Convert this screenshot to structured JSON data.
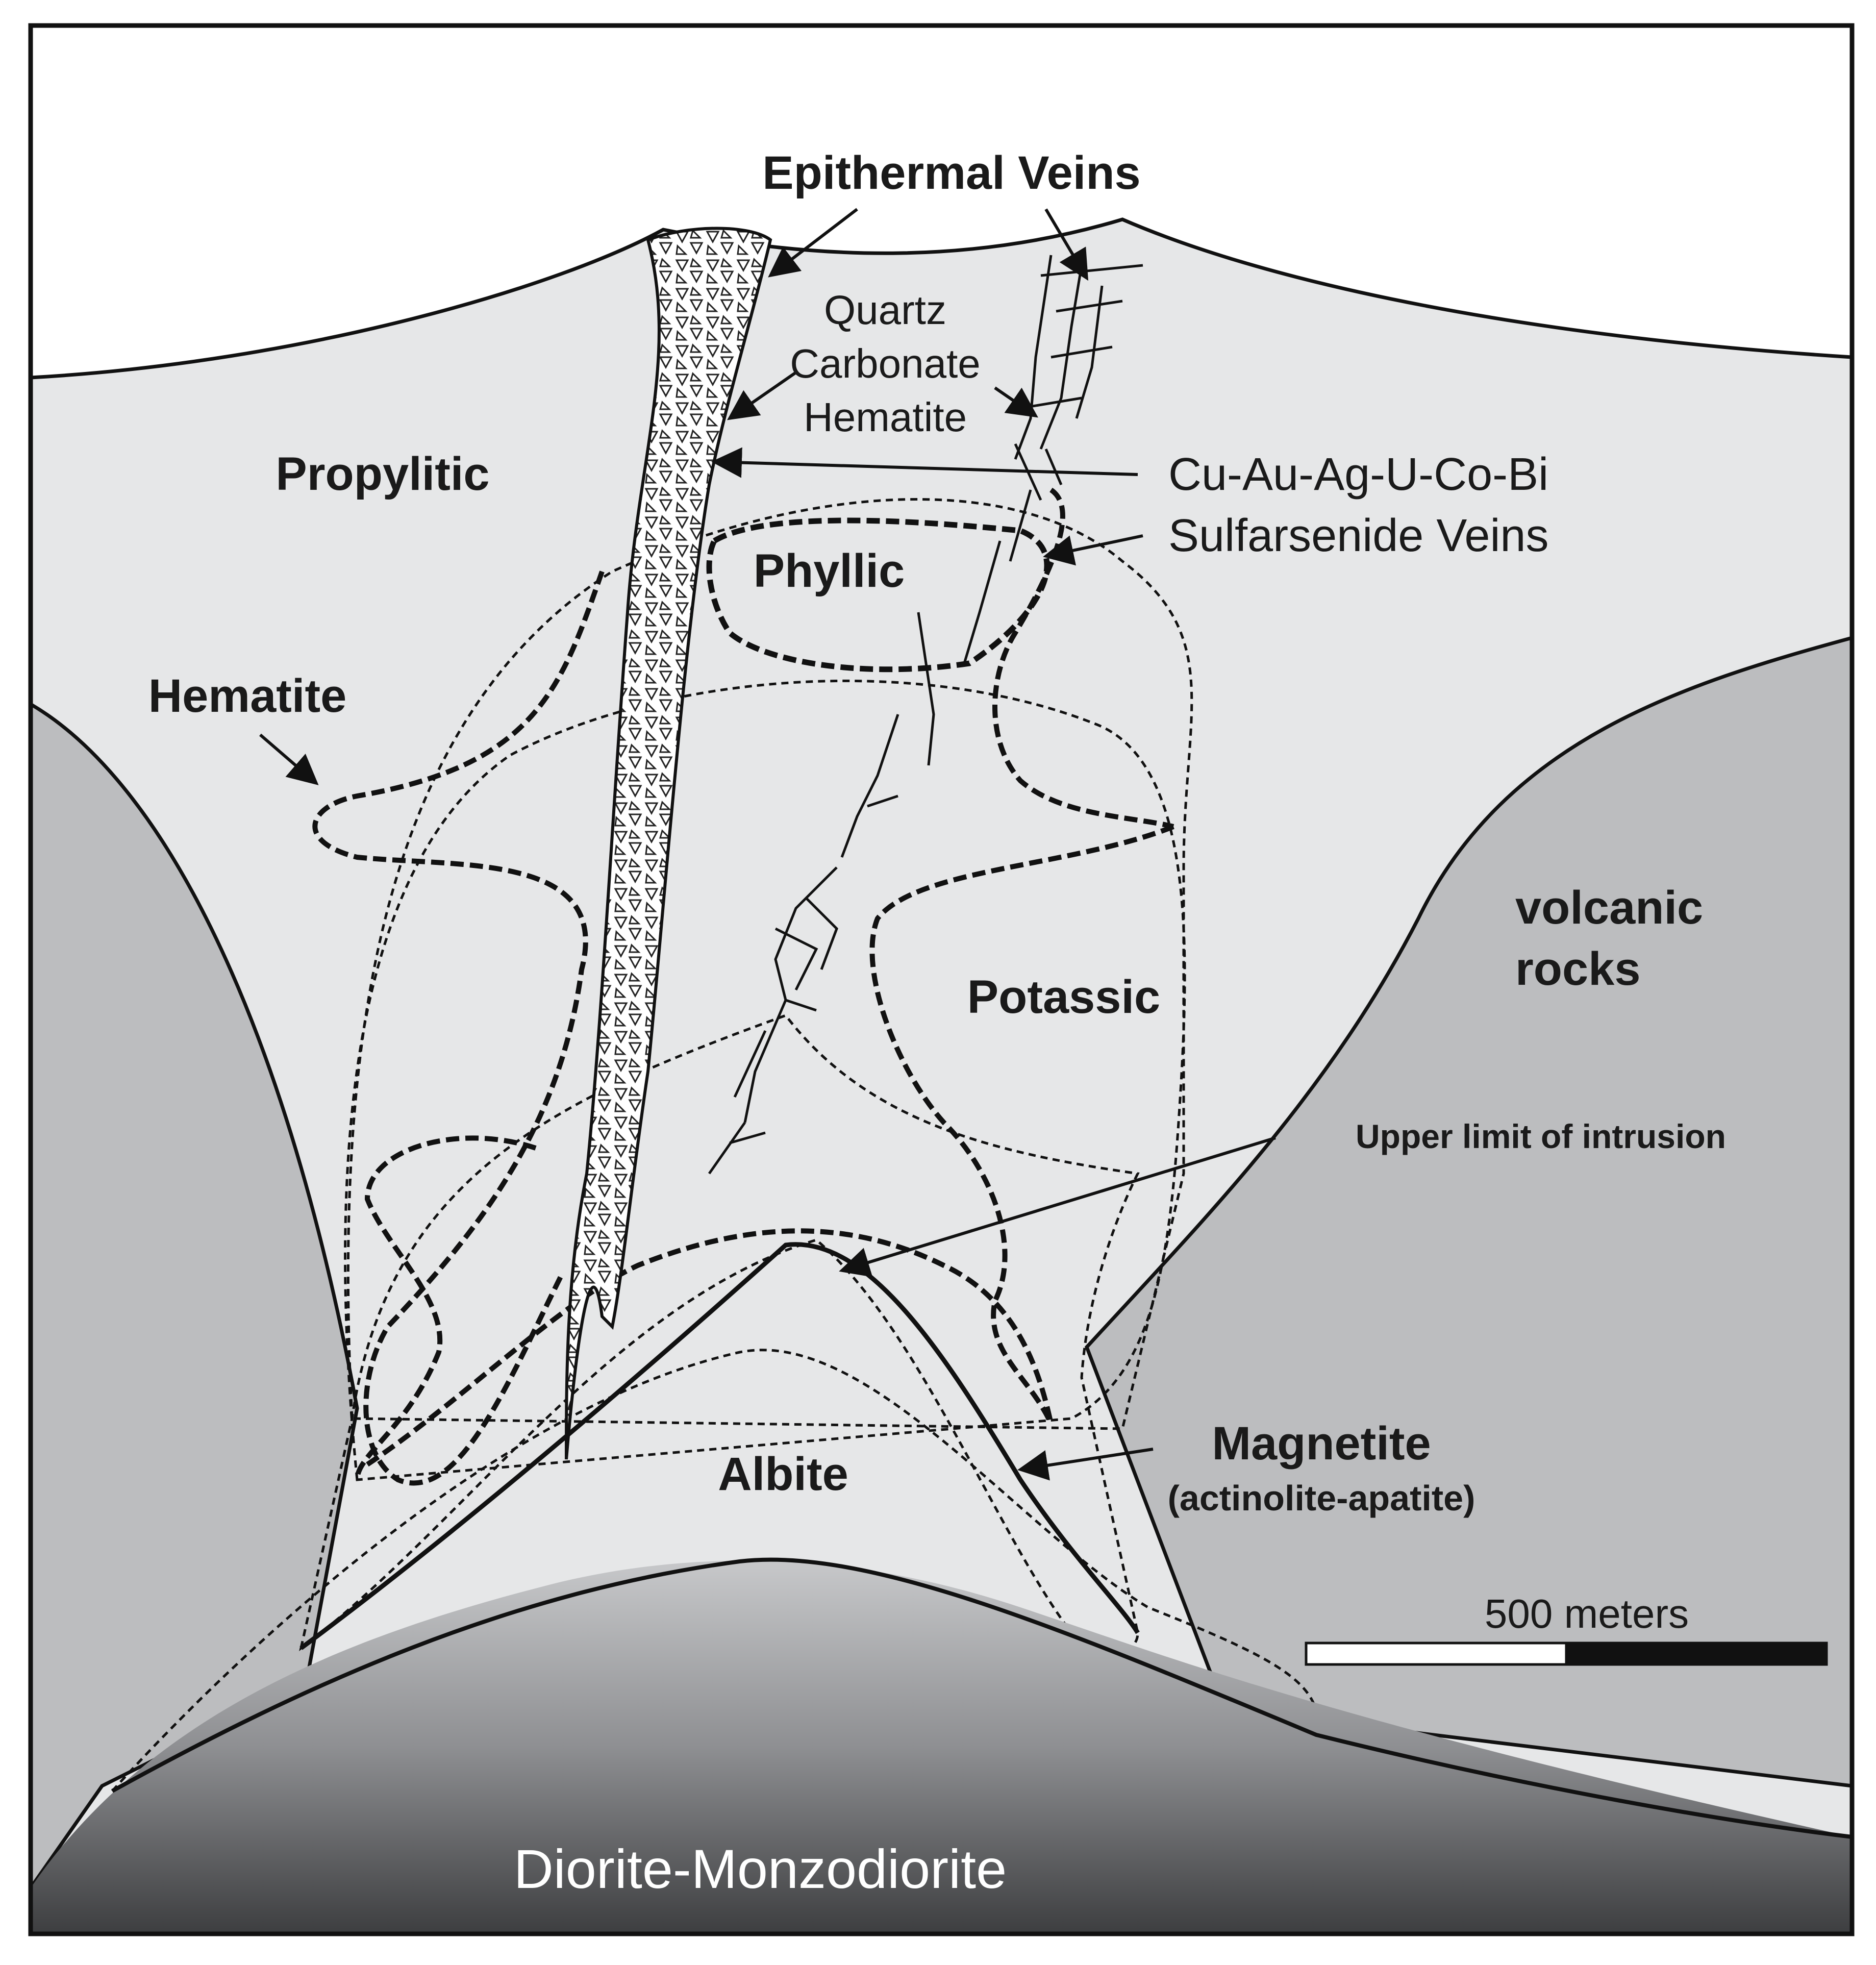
{
  "labels": {
    "epithermal": "Epithermal Veins",
    "quartz": "Quartz",
    "carbonate": "Carbonate",
    "hematite_vein": "Hematite",
    "cu_au": "Cu-Au-Ag-U-Co-Bi",
    "sulfarsenide": "Sulfarsenide Veins",
    "propylitic": "Propylitic",
    "phyllic": "Phyllic",
    "hematite": "Hematite",
    "volcanic_1": "volcanic",
    "volcanic_2": "rocks",
    "potassic": "Potassic",
    "upper_limit": "Upper limit of intrusion",
    "magnetite": "Magnetite",
    "magnetite_sub": "(actinolite-apatite)",
    "albite": "Albite",
    "scale": "500 meters",
    "diorite": "Diorite-Monzodiorite"
  },
  "colors": {
    "sky": "#ffffff",
    "propylitic": "#e6e7e8",
    "volcanic": "#bcbdbf",
    "phyllic_halo": "#cfd0d2",
    "potassic": "#a7a9ab",
    "magnetite": "#808184",
    "albite": "#ffffff",
    "diorite_top": "#c7c8ca",
    "diorite_bottom": "#3d3e40",
    "breccia": "#ffffff",
    "line": "#111111"
  },
  "icons": [
    "breccia-triangle-pattern",
    "vein-stockwork-lines",
    "arrow"
  ]
}
